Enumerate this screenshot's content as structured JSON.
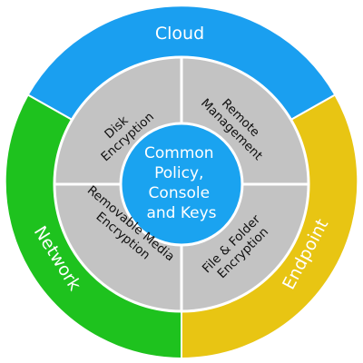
{
  "colors": {
    "cloud": "#1a9ff0",
    "network": "#1ec21e",
    "endpoint": "#e8c513",
    "segment": "#c3c3c3",
    "center": "#1aa3f0",
    "divider": "#ffffff"
  },
  "outer_ring": {
    "cloud": "Cloud",
    "network": "Network",
    "endpoint": "Endpoint"
  },
  "middle_ring": {
    "disk_encryption": [
      "Disk",
      "Encryption"
    ],
    "remote_management": [
      "Remote",
      "Management"
    ],
    "removable_media": [
      "Removable Media",
      "Encryption"
    ],
    "file_folder": [
      "File & Folder",
      "Encryption"
    ]
  },
  "center": {
    "lines": [
      "Common",
      "Policy,",
      "Console",
      "and Keys"
    ]
  }
}
